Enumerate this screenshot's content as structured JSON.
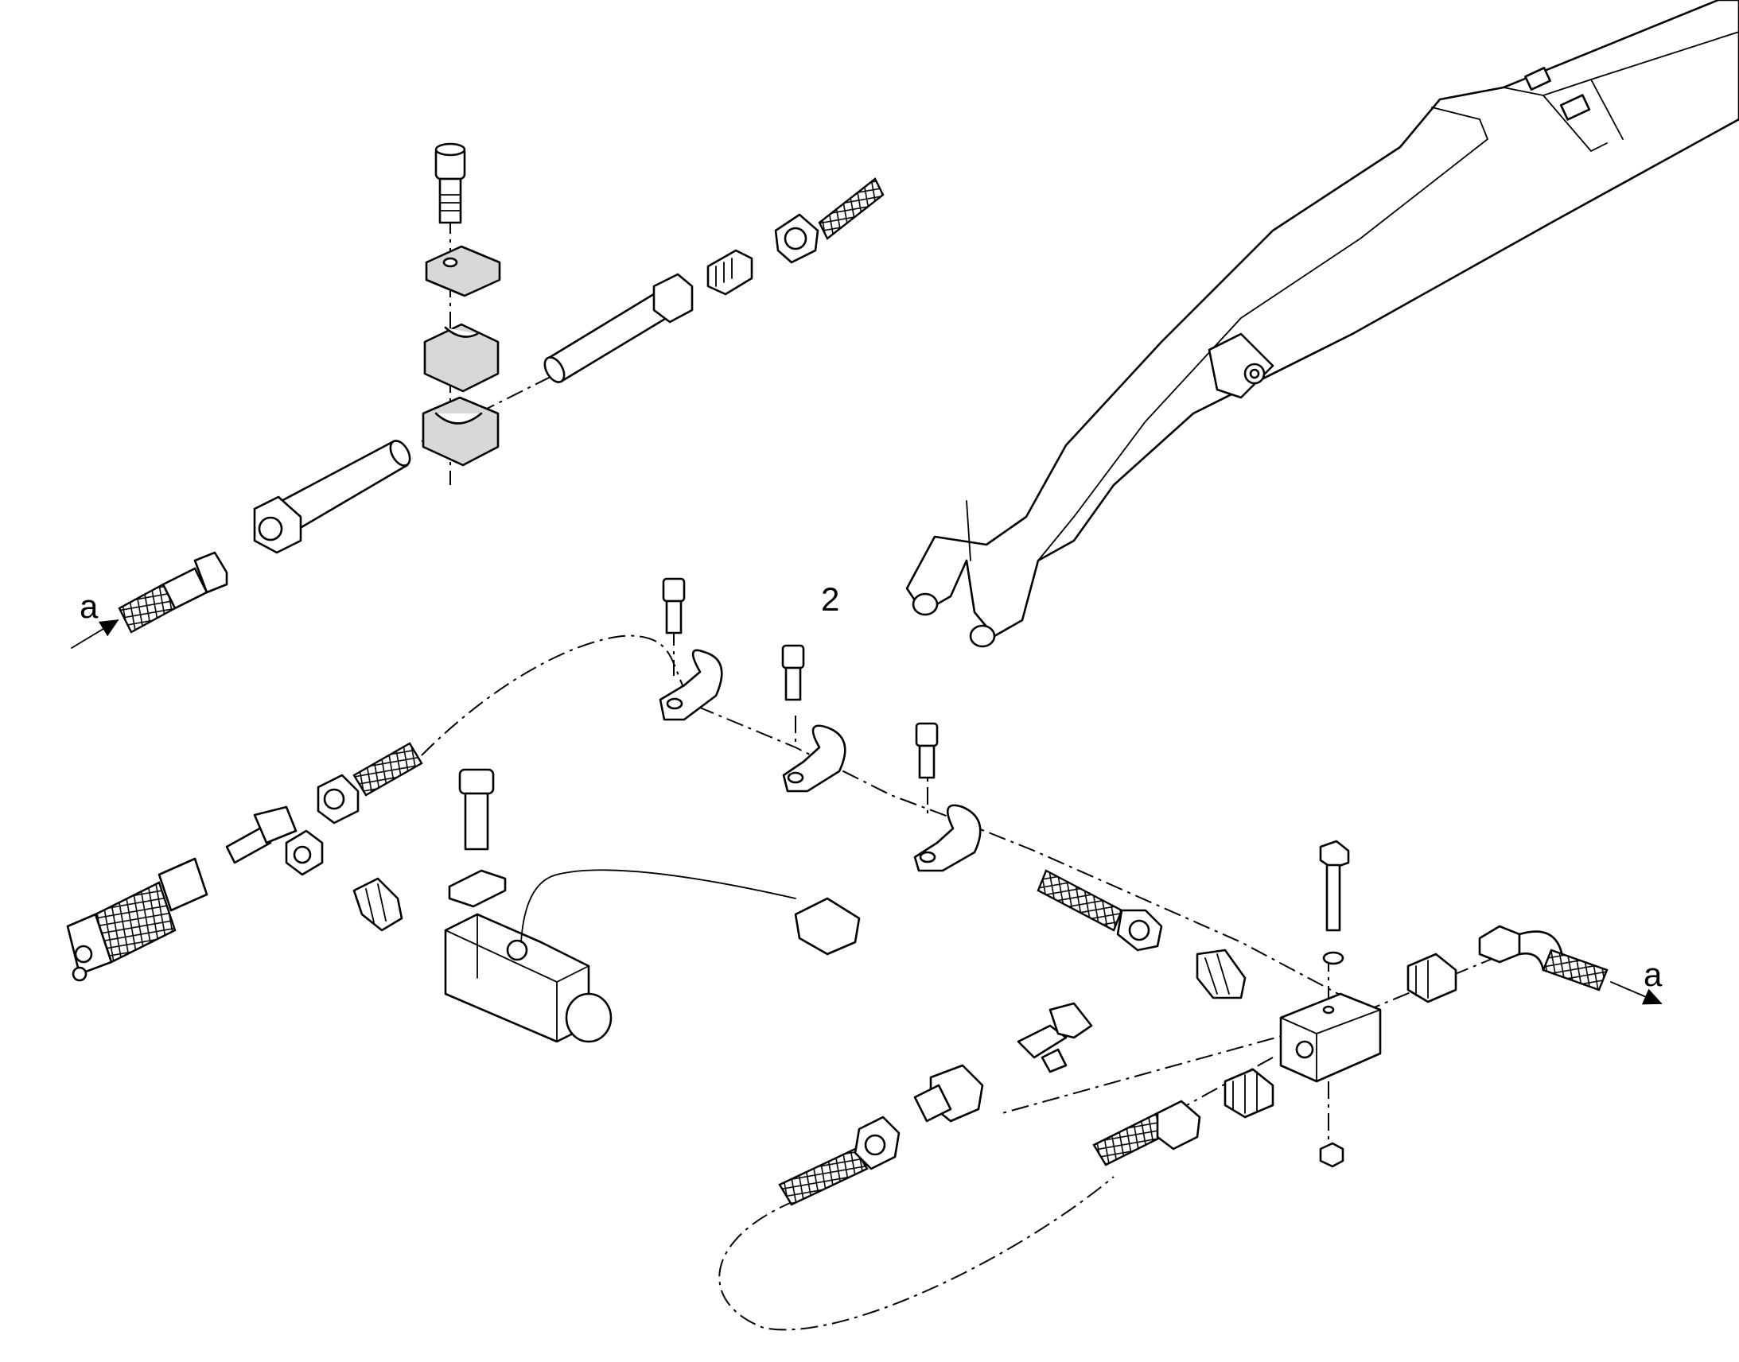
{
  "labels": {
    "callout_number": "2",
    "inlet_arrow": "a",
    "outlet_arrow": "a"
  },
  "colors": {
    "line": "#000000",
    "background": "#ffffff",
    "shade": "#d8d8d8"
  }
}
